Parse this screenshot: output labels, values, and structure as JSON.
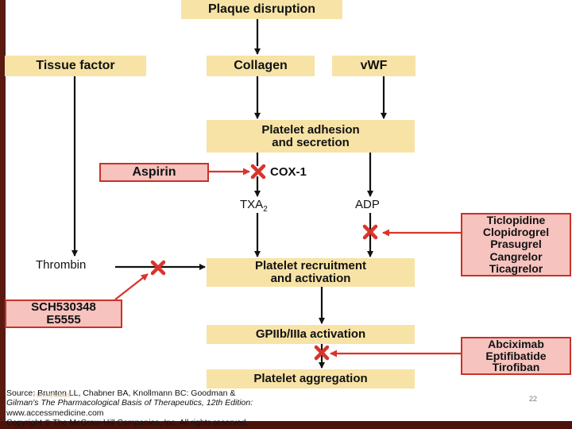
{
  "nodes": {
    "plaque_disruption": "Plaque disruption",
    "tissue_factor": "Tissue factor",
    "collagen": "Collagen",
    "vwf": "vWF",
    "platelet_adhesion_line1": "Platelet adhesion",
    "platelet_adhesion_line2": "and secretion",
    "aspirin": "Aspirin",
    "cox1": "COX-1",
    "txa2_base": "TXA",
    "txa2_sub": "2",
    "adp": "ADP",
    "thrombin": "Thrombin",
    "platelet_recruitment_line1": "Platelet recruitment",
    "platelet_recruitment_line2": "and activation",
    "gpiib_activation": "GPIIb/IIIa activation",
    "platelet_aggregation": "Platelet aggregation"
  },
  "drug_groups": {
    "p2y12_inhibitors": [
      "Ticlopidine",
      "Clopidrogrel",
      "Prasugrel",
      "Cangrelor",
      "Ticagrelor"
    ],
    "par1_antagonists": [
      "SCH530348",
      "E5555"
    ],
    "gpiib_inhibitors": [
      "Abciximab",
      "Eptifibatide",
      "Tirofiban"
    ]
  },
  "source": {
    "line1": "Source: Brunton LL, Chabner BA, Knollmann BC: Goodman &",
    "line2": "Gilman's The Pharmacological Basis of Therapeutics, 12th Edition:",
    "line3": "www.accessmedicine.com",
    "line4": "Copyright © The McGraw-Hill Companies, Inc. All rights reserved."
  },
  "ghost_text": "Hemostasis",
  "page_number": "22",
  "colors": {
    "box_fill": "#f7e3a6",
    "drug_fill": "#f6c3be",
    "inhibit_red": "#d9342b",
    "arrow_black": "#111111"
  }
}
